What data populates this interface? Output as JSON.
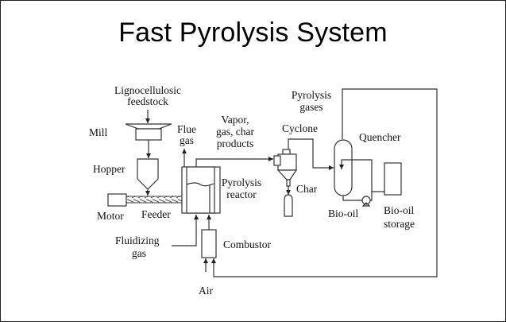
{
  "title": "Fast Pyrolysis System",
  "labels": {
    "feedstock_1": "Lignocellulosic",
    "feedstock_2": "feedstock",
    "mill": "Mill",
    "hopper": "Hopper",
    "motor": "Motor",
    "feeder": "Feeder",
    "fluidizing_1": "Fluidizing",
    "fluidizing_2": "gas",
    "flue_1": "Flue",
    "flue_2": "gas",
    "vapor_1": "Vapor,",
    "vapor_2": "gas, char",
    "vapor_3": "products",
    "reactor_1": "Pyrolysis",
    "reactor_2": "reactor",
    "combustor": "Combustor",
    "air": "Air",
    "pyro_gases_1": "Pyrolysis",
    "pyro_gases_2": "gases",
    "cyclone": "Cyclone",
    "char": "Char",
    "quencher": "Quencher",
    "biooil": "Bio-oil",
    "storage_1": "Bio-oil",
    "storage_2": "storage"
  }
}
